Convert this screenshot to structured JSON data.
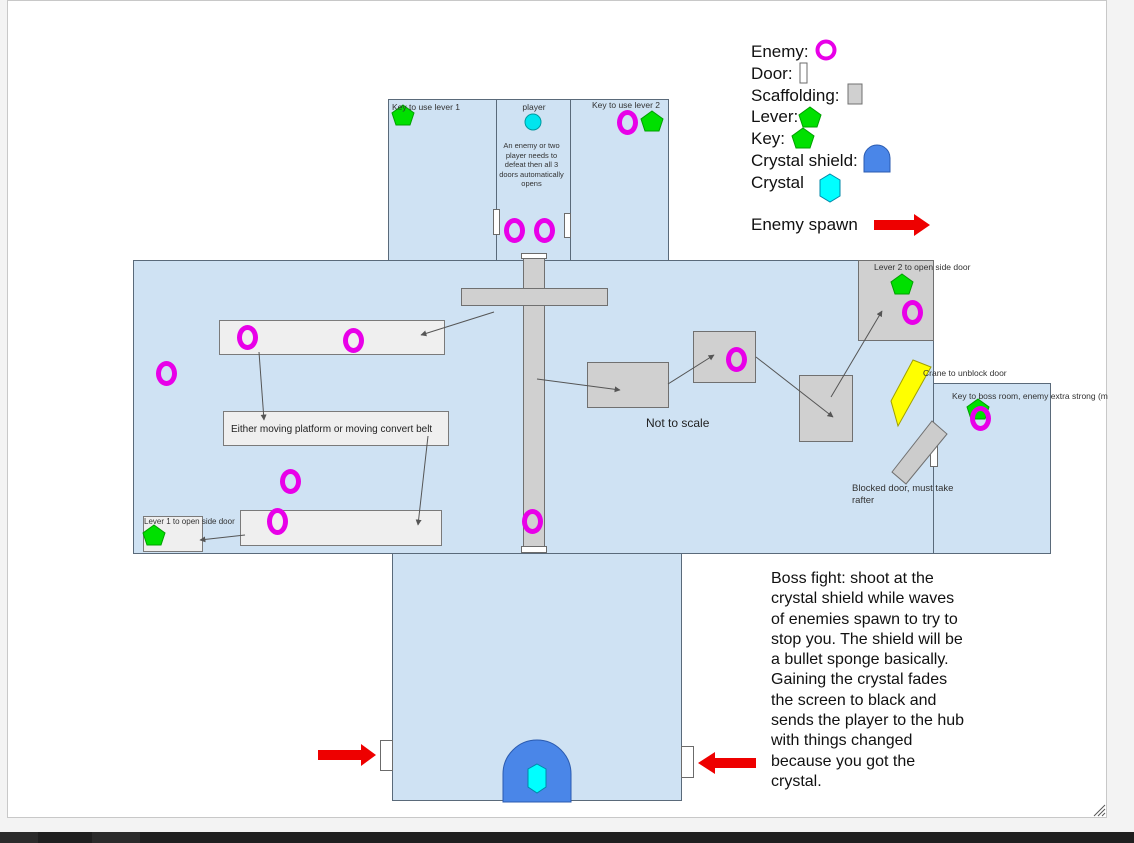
{
  "legend": {
    "enemy": "Enemy:",
    "door": "Door:",
    "scaffolding": "Scaffolding:",
    "lever": "Lever:",
    "key": "Key:",
    "crystal_shield": "Crystal shield:",
    "crystal": "Crystal",
    "enemy_spawn": "Enemy spawn"
  },
  "labels": {
    "key_lever1": "Key to use lever 1",
    "player": "player",
    "key_lever2": "Key to use lever 2",
    "defeat_note": "An enemy or two player needs to defeat then all 3 doors automatically opens",
    "lever2": "Lever 2 to open side door",
    "crane": "Crane to unblock door",
    "key_boss": "Key to boss room, enemy extra strong (m",
    "moving_platform": "Either moving platform or moving  convert belt",
    "not_to_scale": "Not to scale",
    "blocked_door": "Blocked door, must take rafter",
    "lever1": "Lever 1 to open side door",
    "boss_fight": "Boss fight: shoot at the crystal shield while waves of enemies spawn to try to stop you. The shield will be a bullet sponge basically. Gaining the crystal fades the screen to black and sends the player to the hub with things changed because you got the crystal."
  },
  "colors": {
    "room": "#cfe2f3",
    "enemy": "#e800e8",
    "key_lever": "#00e000",
    "crystal_shield": "#4a86e8",
    "crystal": "#00ffff",
    "spawn_arrow": "#ee0000",
    "crane": "#ffff00",
    "player": "#00e5ee"
  },
  "icons": [
    "enemy-ring-icon",
    "door-icon",
    "scaffolding-icon",
    "lever-pentagon-icon",
    "key-pentagon-icon",
    "crystal-shield-icon",
    "crystal-hexagon-icon",
    "spawn-arrow-icon",
    "resize-grip-icon"
  ]
}
